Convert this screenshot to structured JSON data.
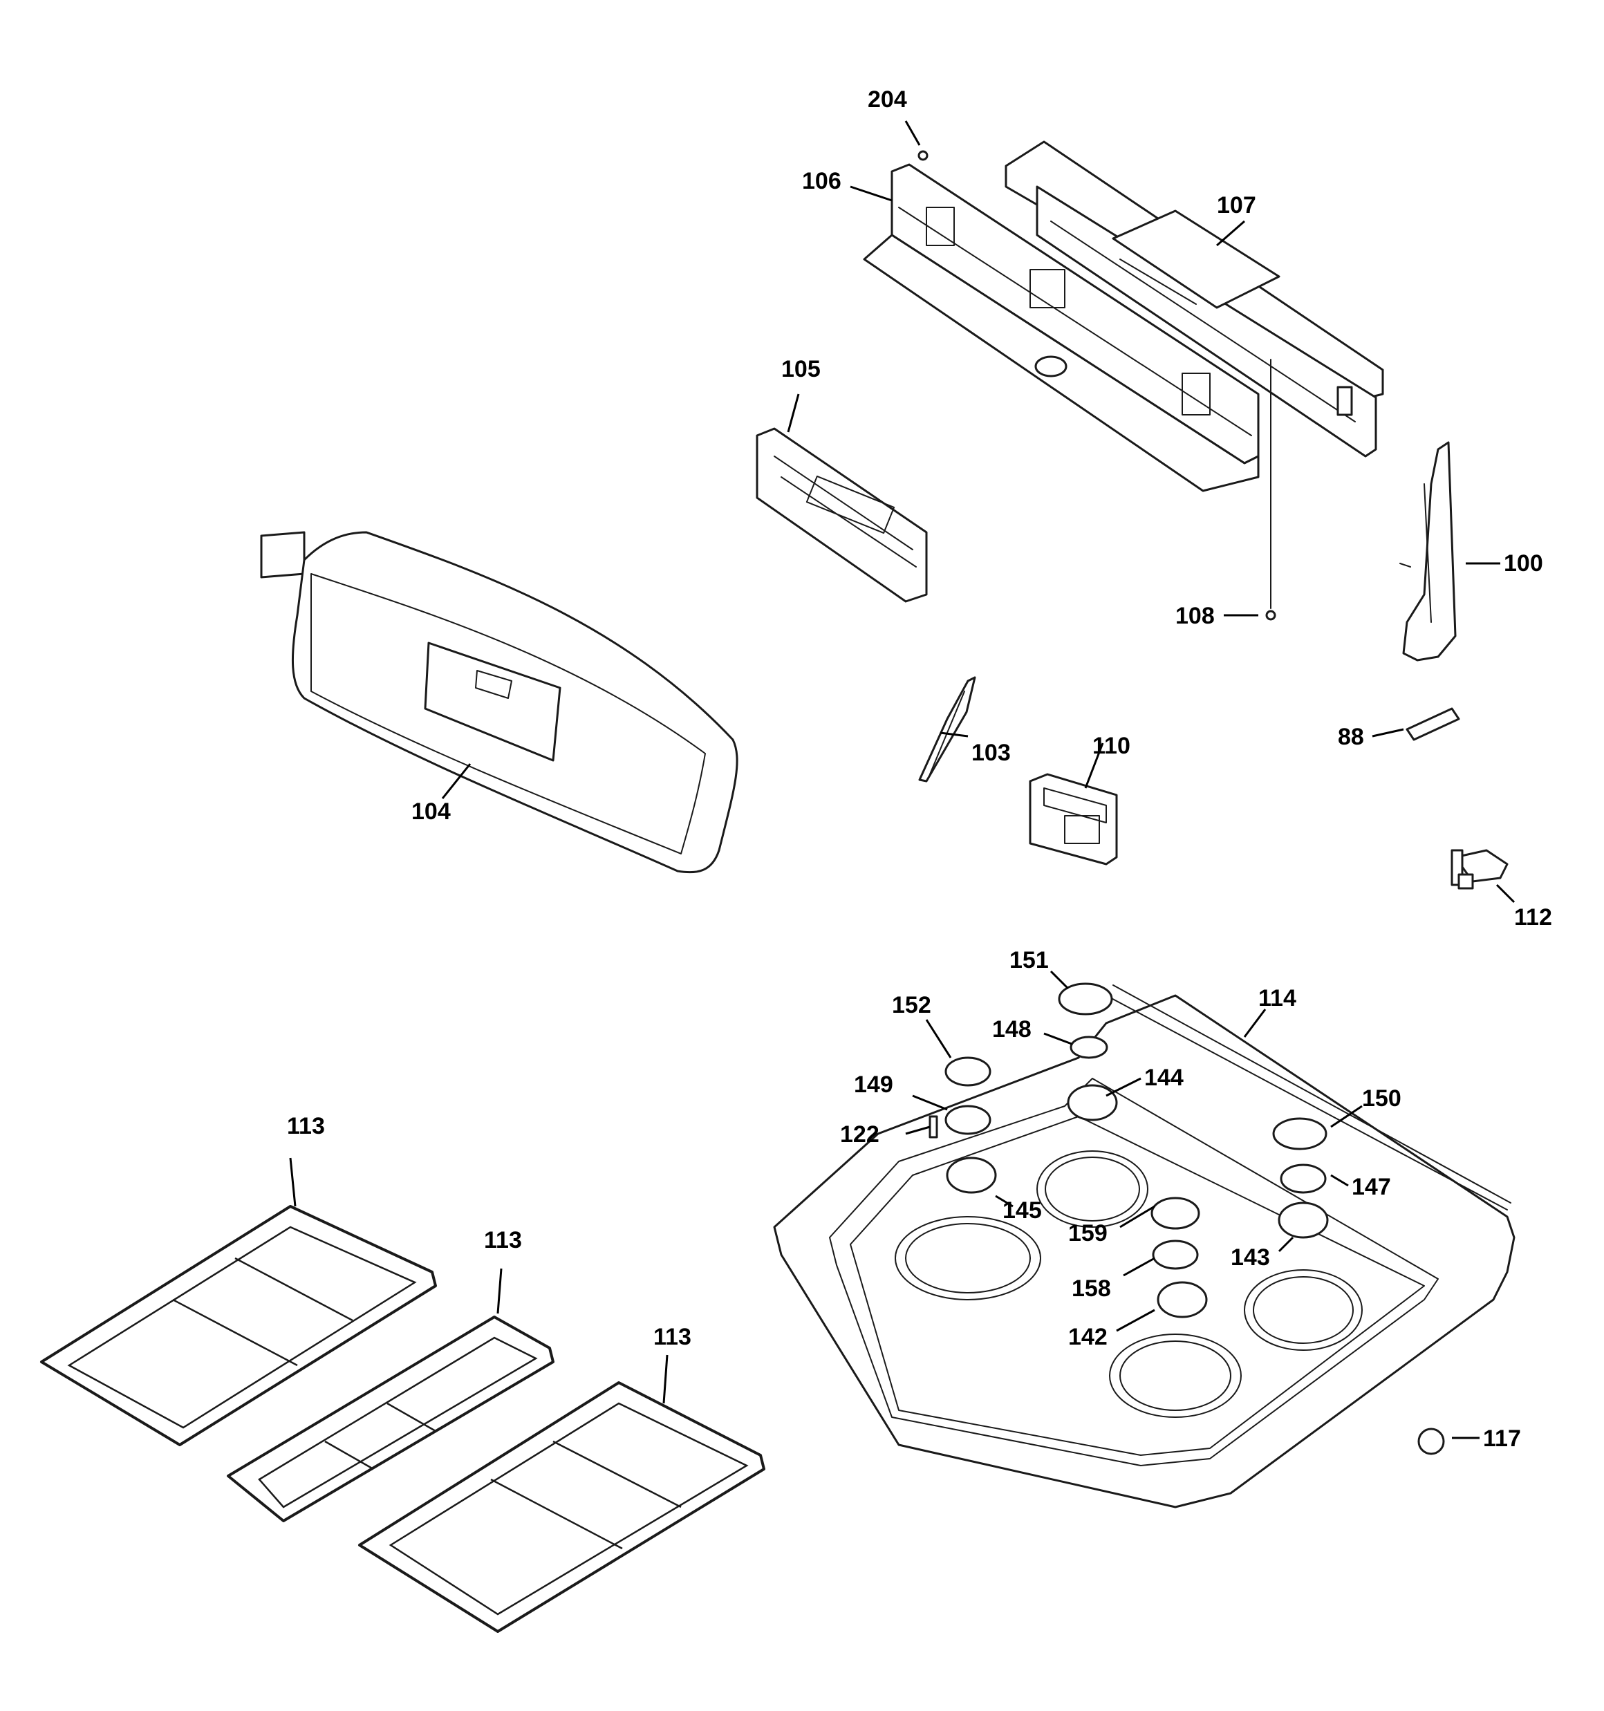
{
  "diagram": {
    "callouts": {
      "c204": "204",
      "c106": "106",
      "c107": "107",
      "c105": "105",
      "c100": "100",
      "c108": "108",
      "c88": "88",
      "c103": "103",
      "c110": "110",
      "c104": "104",
      "c112": "112",
      "c151": "151",
      "c114": "114",
      "c152": "152",
      "c148": "148",
      "c149": "149",
      "c144": "144",
      "c150": "150",
      "c122": "122",
      "c147": "147",
      "c145": "145",
      "c159": "159",
      "c143": "143",
      "c158": "158",
      "c142": "142",
      "c117": "117",
      "c113a": "113",
      "c113b": "113",
      "c113c": "113"
    }
  }
}
